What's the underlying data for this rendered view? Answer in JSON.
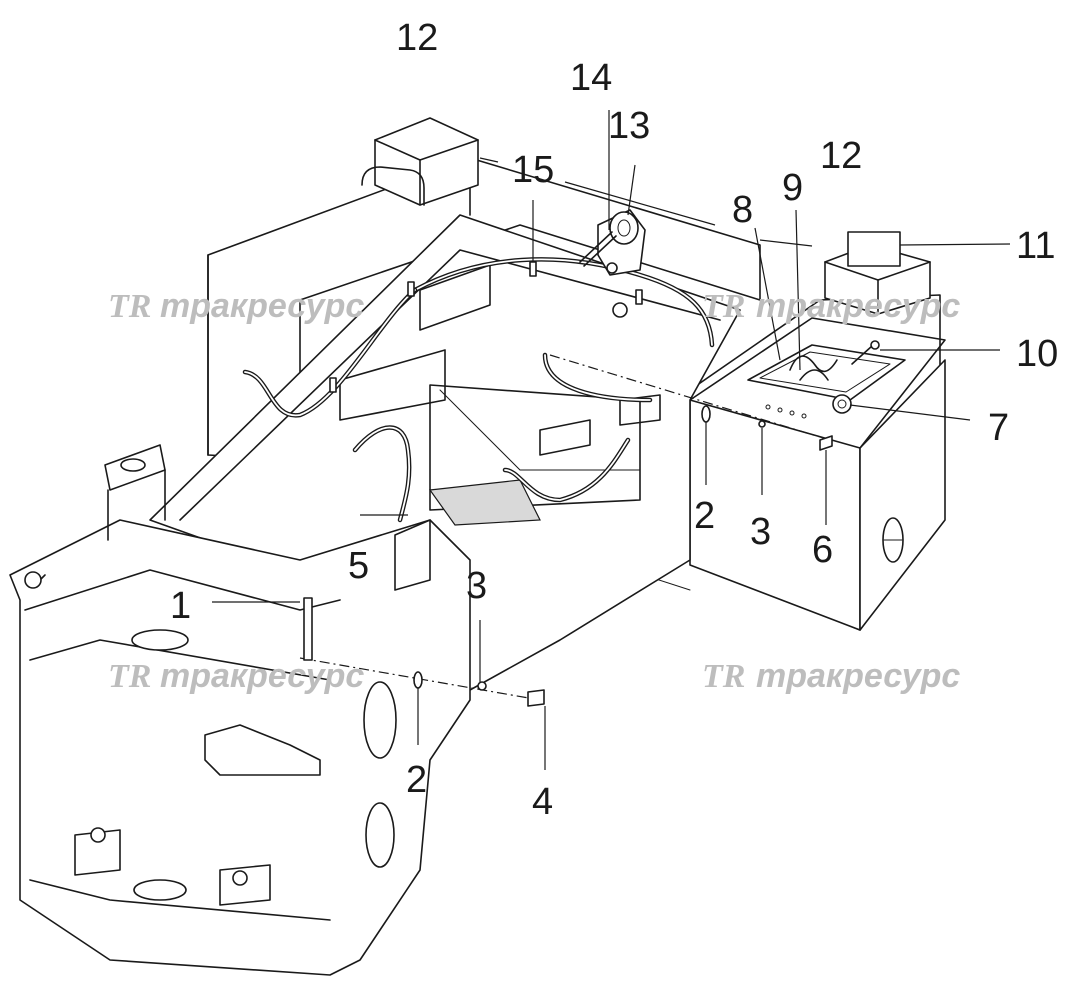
{
  "watermark": {
    "logo": "TR",
    "text": "тракресурс"
  },
  "callouts": [
    {
      "id": "c12a",
      "label": "12"
    },
    {
      "id": "c14",
      "label": "14"
    },
    {
      "id": "c13",
      "label": "13"
    },
    {
      "id": "c15",
      "label": "15"
    },
    {
      "id": "c12b",
      "label": "12"
    },
    {
      "id": "c9",
      "label": "9"
    },
    {
      "id": "c8",
      "label": "8"
    },
    {
      "id": "c11",
      "label": "11"
    },
    {
      "id": "c10",
      "label": "10"
    },
    {
      "id": "c7",
      "label": "7"
    },
    {
      "id": "c2a",
      "label": "2"
    },
    {
      "id": "c3a",
      "label": "3"
    },
    {
      "id": "c6",
      "label": "6"
    },
    {
      "id": "c5",
      "label": "5"
    },
    {
      "id": "c3b",
      "label": "3"
    },
    {
      "id": "c1",
      "label": "1"
    },
    {
      "id": "c2b",
      "label": "2"
    },
    {
      "id": "c4",
      "label": "4"
    }
  ]
}
